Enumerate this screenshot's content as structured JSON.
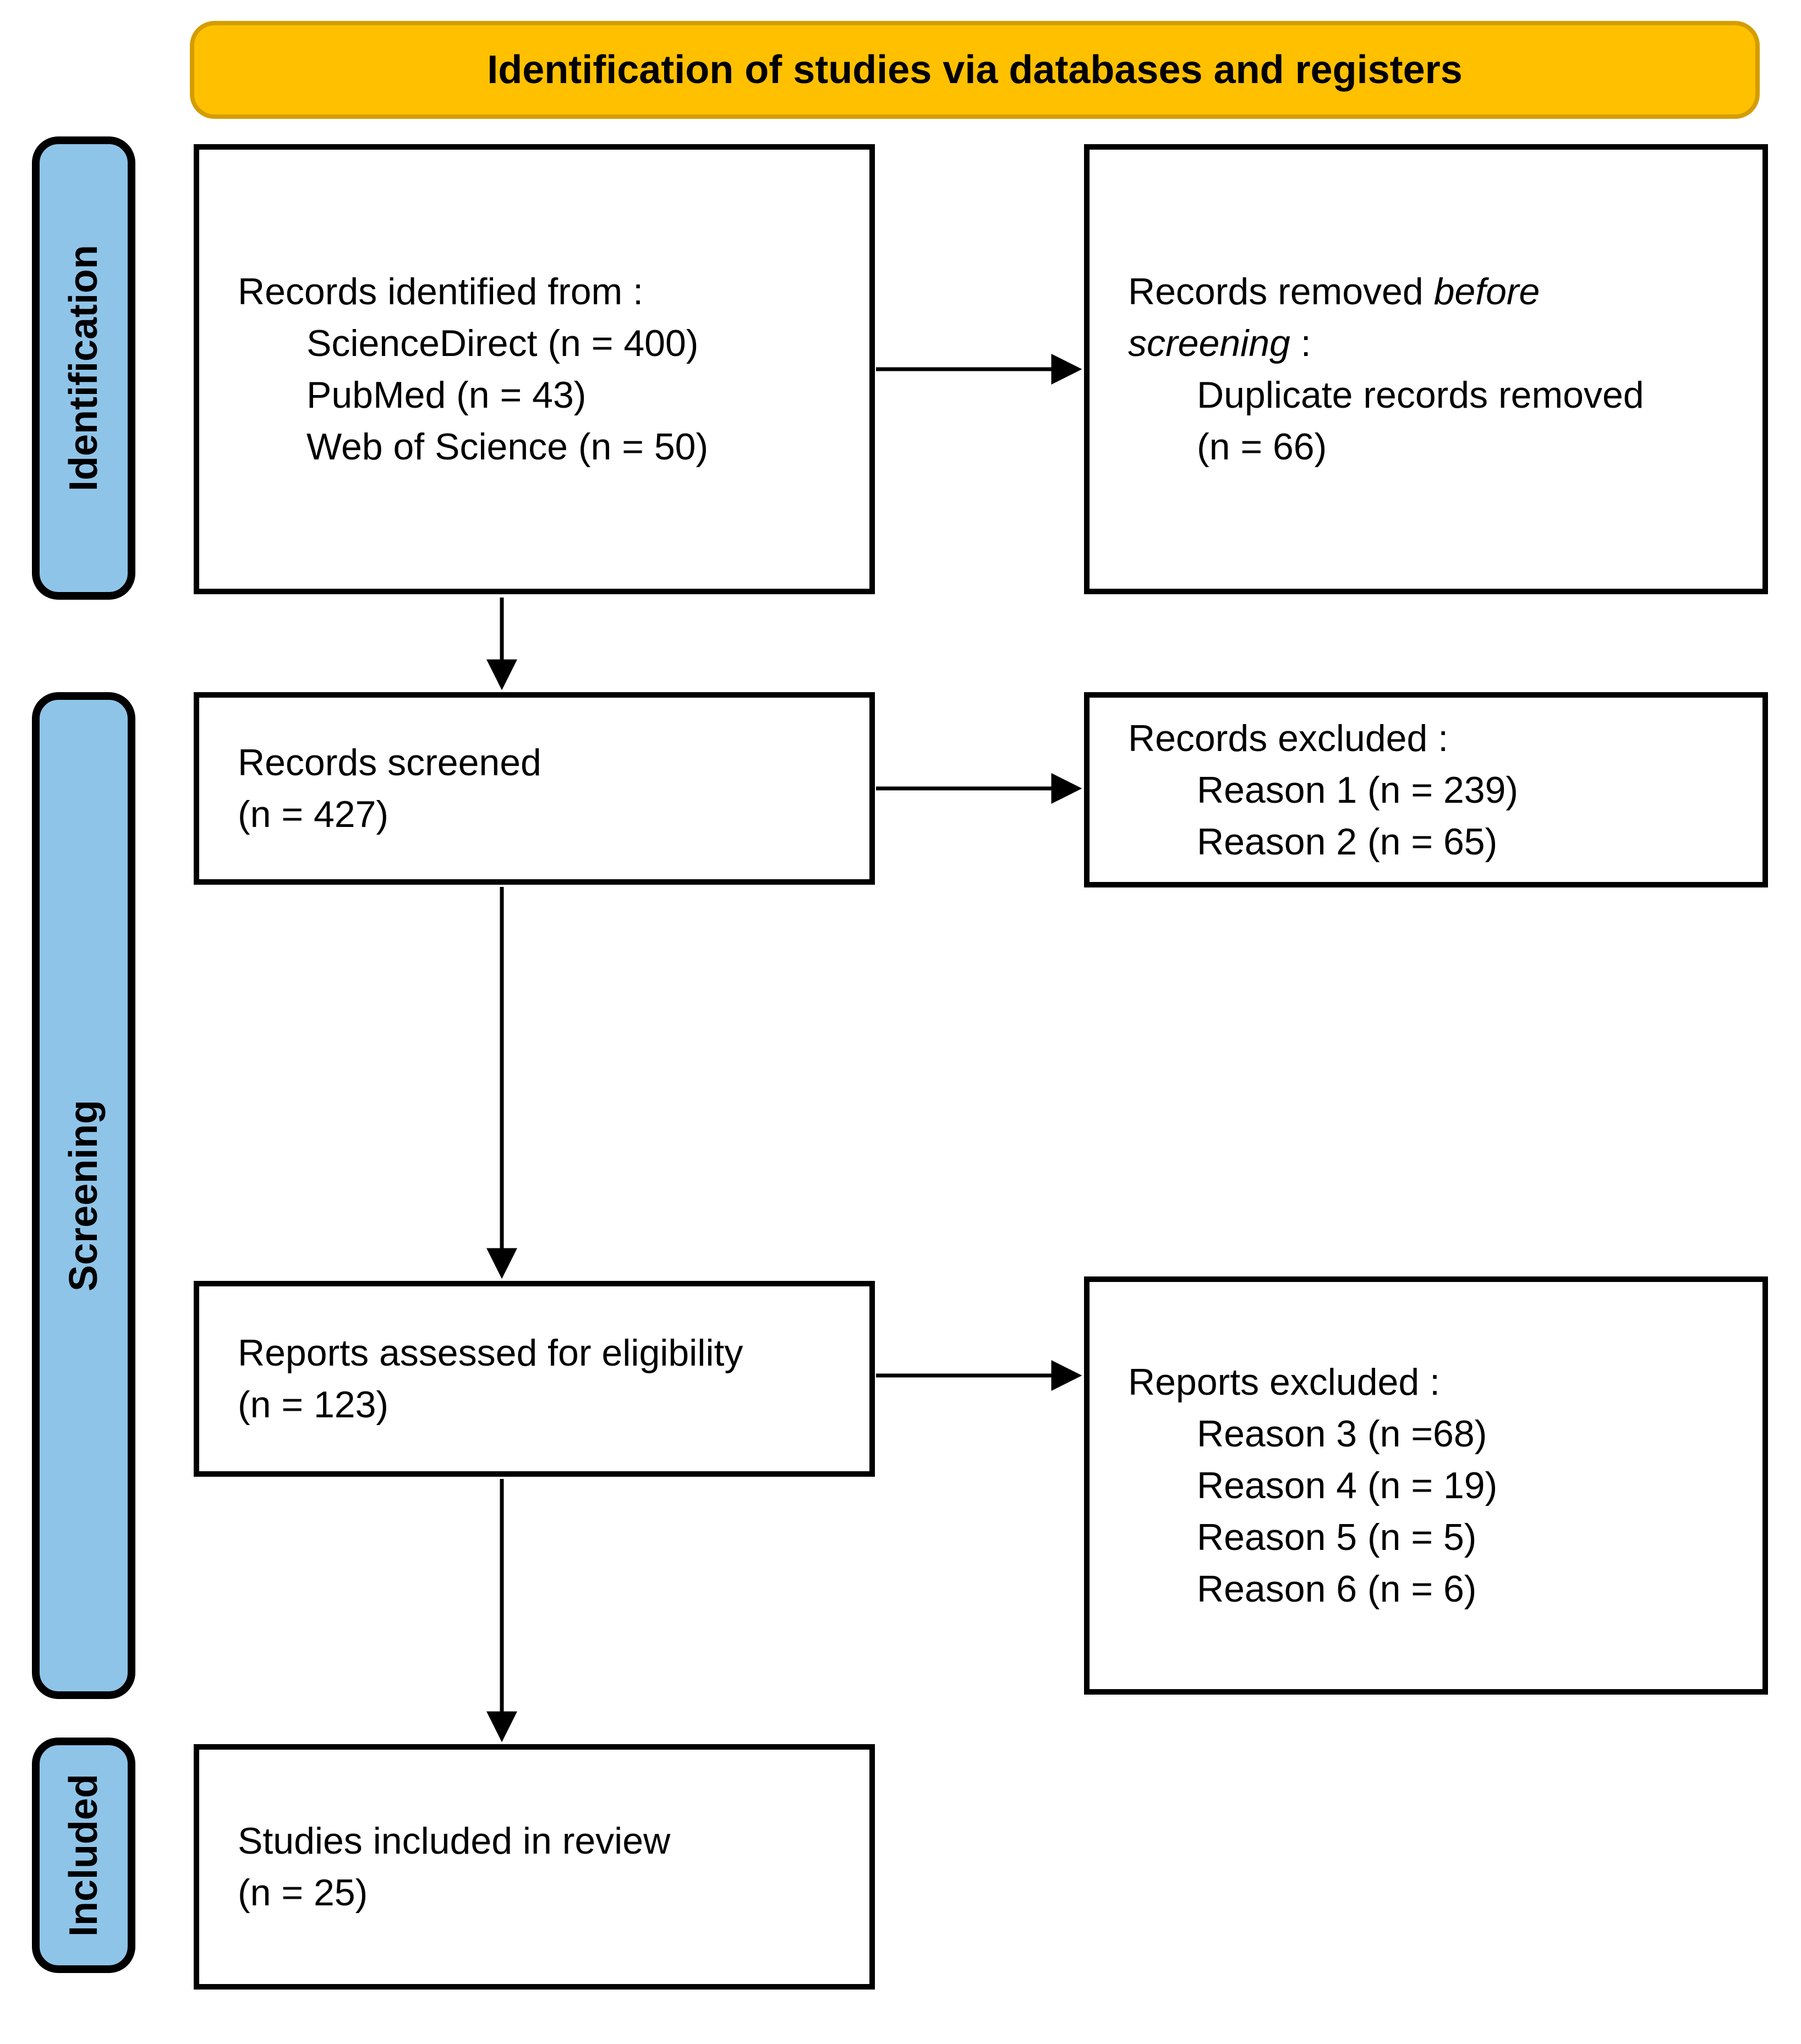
{
  "header": {
    "title": "Identification of studies via databases and registers"
  },
  "stages": [
    "Identification",
    "Screening",
    "Included"
  ],
  "flow": {
    "records_identified": {
      "heading": "Records identified from :",
      "sources": [
        "ScienceDirect (n = 400)",
        "PubMed (n = 43)",
        "Web of Science (n = 50)"
      ]
    },
    "records_removed": {
      "heading_normal_1": "Records removed ",
      "heading_italic_1": "before",
      "heading_italic_2": "screening",
      "heading_normal_2": " :",
      "details": [
        "Duplicate records removed",
        "(n = 66)"
      ]
    },
    "records_screened": {
      "line1": "Records screened",
      "line2": "(n = 427)"
    },
    "records_excluded": {
      "heading": "Records excluded :",
      "reasons": [
        "Reason 1 (n = 239)",
        "Reason 2 (n = 65)"
      ]
    },
    "reports_assessed": {
      "line1": "Reports assessed for eligibility",
      "line2": "(n = 123)"
    },
    "reports_excluded": {
      "heading": "Reports excluded :",
      "reasons": [
        "Reason 3 (n =68)",
        "Reason 4 (n = 19)",
        "Reason 5 (n = 5)",
        "Reason 6 (n = 6)"
      ]
    },
    "studies_included": {
      "line1": "Studies included in review",
      "line2": "(n = 25)"
    }
  },
  "colors": {
    "banner_bg": "#FFC000",
    "banner_border": "#D49D00",
    "stage_bg": "#8FC4E9",
    "line_color": "#000000"
  }
}
